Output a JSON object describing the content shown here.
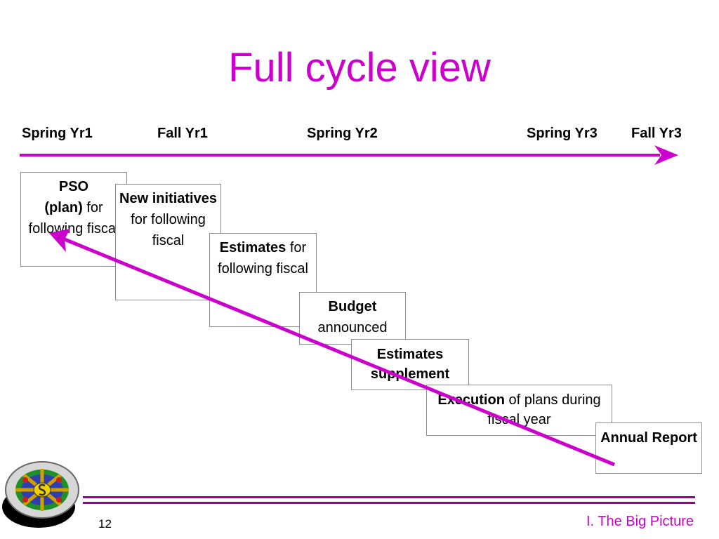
{
  "slide": {
    "title": "Full cycle view",
    "page_number": "12",
    "section": "I. The Big Picture"
  },
  "timeline": {
    "labels": [
      "Spring Yr1",
      "Fall Yr1",
      "Spring Yr2",
      "Spring Yr3",
      "Fall Yr3"
    ]
  },
  "boxes": {
    "pso": {
      "bold1": "PSO",
      "bold2": "(plan)",
      "rest": "for following fiscal"
    },
    "new_initiatives": {
      "bold": "New initiatives",
      "rest": "for following fiscal"
    },
    "estimates": {
      "bold": "Estimates",
      "rest": "for following fiscal"
    },
    "budget": {
      "bold": "Budget",
      "rest": "announced"
    },
    "supplement": {
      "bold": "Estimates supplement"
    },
    "execution": {
      "bold": "Execution",
      "rest": "of plans during fiscal year"
    },
    "annual": {
      "bold": "Annual Report"
    }
  },
  "colors": {
    "accent": "#cc00cc",
    "arrow": "#cc00cc",
    "rule": "#990099",
    "box_border": "#8c8c8c"
  },
  "icons": {
    "logo": "wheel-logo-icon",
    "timeline_arrow": "arrow-right-icon",
    "cycle_arrow": "arrow-up-left-icon"
  }
}
